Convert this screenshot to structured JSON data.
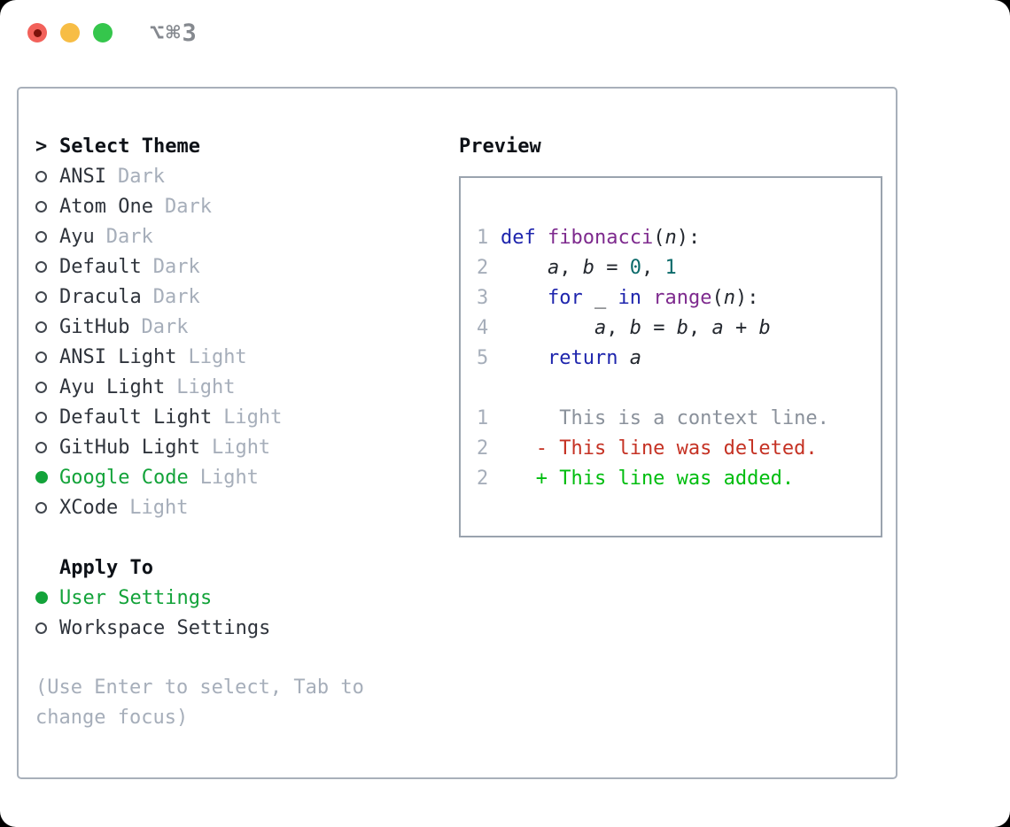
{
  "window": {
    "title": "⌥⌘3",
    "traffic_lights": [
      {
        "name": "close",
        "color": "#f2615a",
        "inner_dot": "#7c120b"
      },
      {
        "name": "minimize",
        "color": "#f7bd45"
      },
      {
        "name": "zoom",
        "color": "#35c64c"
      }
    ]
  },
  "picker": {
    "prompt": ">",
    "header": "Select Theme",
    "themes": [
      {
        "name": "ANSI",
        "tag": "Dark",
        "selected": false
      },
      {
        "name": "Atom One",
        "tag": "Dark",
        "selected": false
      },
      {
        "name": "Ayu",
        "tag": "Dark",
        "selected": false
      },
      {
        "name": "Default",
        "tag": "Dark",
        "selected": false
      },
      {
        "name": "Dracula",
        "tag": "Dark",
        "selected": false
      },
      {
        "name": "GitHub",
        "tag": "Dark",
        "selected": false
      },
      {
        "name": "ANSI Light",
        "tag": "Light",
        "selected": false
      },
      {
        "name": "Ayu Light",
        "tag": "Light",
        "selected": false
      },
      {
        "name": "Default Light",
        "tag": "Light",
        "selected": false
      },
      {
        "name": "GitHub Light",
        "tag": "Light",
        "selected": false
      },
      {
        "name": "Google Code",
        "tag": "Light",
        "selected": true
      },
      {
        "name": "XCode",
        "tag": "Light",
        "selected": false
      }
    ],
    "apply_to": {
      "header": "Apply To",
      "options": [
        {
          "name": "User Settings",
          "selected": true
        },
        {
          "name": "Workspace Settings",
          "selected": false
        }
      ]
    },
    "hint": "(Use Enter to select, Tab to change focus)"
  },
  "preview": {
    "title": "Preview",
    "code_lines": [
      {
        "num": "1",
        "segments": [
          {
            "text": "def ",
            "style": "kw"
          },
          {
            "text": "fibonacci",
            "style": "fn"
          },
          {
            "text": "(",
            "style": "pln"
          },
          {
            "text": "n",
            "style": "var"
          },
          {
            "text": "):",
            "style": "pln"
          }
        ]
      },
      {
        "num": "2",
        "segments": [
          {
            "text": "    ",
            "style": "pln"
          },
          {
            "text": "a",
            "style": "var"
          },
          {
            "text": ", ",
            "style": "pln"
          },
          {
            "text": "b",
            "style": "var"
          },
          {
            "text": " = ",
            "style": "pln"
          },
          {
            "text": "0",
            "style": "lit"
          },
          {
            "text": ", ",
            "style": "pln"
          },
          {
            "text": "1",
            "style": "lit"
          }
        ]
      },
      {
        "num": "3",
        "segments": [
          {
            "text": "    ",
            "style": "pln"
          },
          {
            "text": "for",
            "style": "kw"
          },
          {
            "text": " ",
            "style": "pln"
          },
          {
            "text": "_",
            "style": "var"
          },
          {
            "text": " ",
            "style": "pln"
          },
          {
            "text": "in",
            "style": "kw"
          },
          {
            "text": " ",
            "style": "pln"
          },
          {
            "text": "range",
            "style": "fn"
          },
          {
            "text": "(",
            "style": "pln"
          },
          {
            "text": "n",
            "style": "var"
          },
          {
            "text": "):",
            "style": "pln"
          }
        ]
      },
      {
        "num": "4",
        "segments": [
          {
            "text": "        ",
            "style": "pln"
          },
          {
            "text": "a",
            "style": "var"
          },
          {
            "text": ", ",
            "style": "pln"
          },
          {
            "text": "b",
            "style": "var"
          },
          {
            "text": " = ",
            "style": "pln"
          },
          {
            "text": "b",
            "style": "var"
          },
          {
            "text": ", ",
            "style": "pln"
          },
          {
            "text": "a",
            "style": "var"
          },
          {
            "text": " + ",
            "style": "pln"
          },
          {
            "text": "b",
            "style": "var"
          }
        ]
      },
      {
        "num": "5",
        "segments": [
          {
            "text": "    ",
            "style": "pln"
          },
          {
            "text": "return",
            "style": "kw"
          },
          {
            "text": " ",
            "style": "pln"
          },
          {
            "text": "a",
            "style": "var"
          }
        ]
      }
    ],
    "diff_lines": [
      {
        "num": "1",
        "type": "context",
        "text": "     This is a context line."
      },
      {
        "num": "2",
        "type": "deleted",
        "text": "   - This line was deleted."
      },
      {
        "num": "2",
        "type": "added",
        "text": "   + This line was added."
      }
    ]
  },
  "colors": {
    "selected_green": "#13a33a",
    "tag_gray": "#a6aeba",
    "hint_gray": "#a6aeba",
    "panel_border": "#a8b0ba",
    "preview_border": "#9aa3ae",
    "syntax_keyword": "#1e25ad",
    "syntax_function": "#7e2a8e",
    "syntax_literal": "#0a6a6a",
    "syntax_plain": "#23272e",
    "line_number": "#a6aeba",
    "diff_context": "#8a919b",
    "diff_deleted": "#c53224",
    "diff_added": "#00bd0f"
  }
}
